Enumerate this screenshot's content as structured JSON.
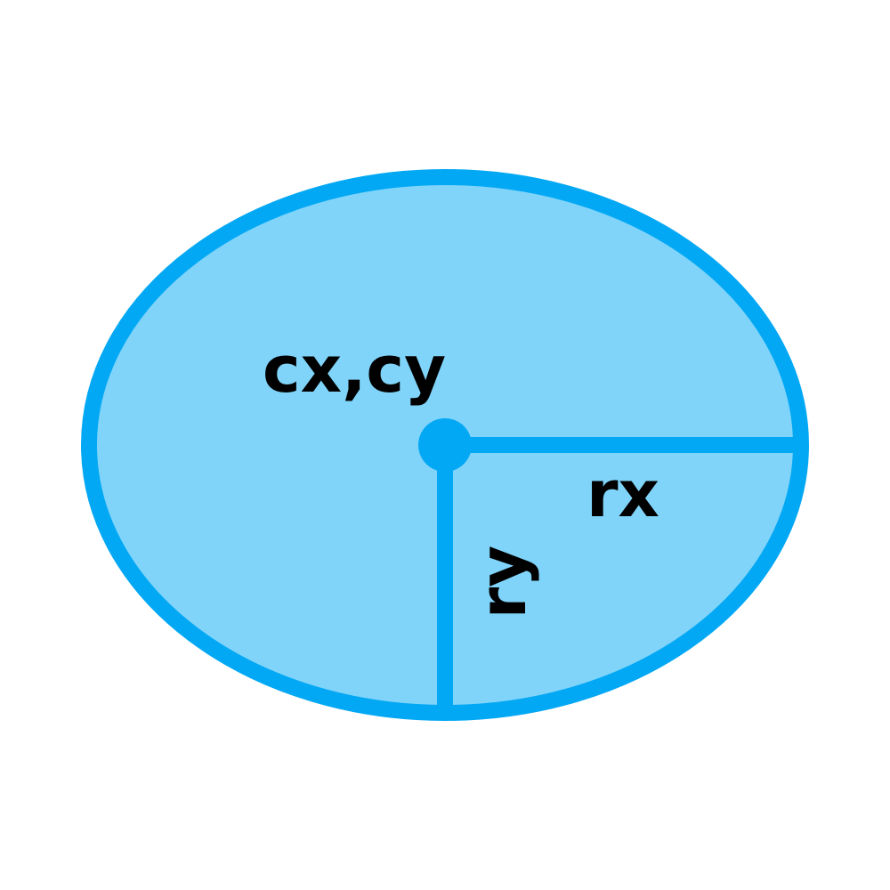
{
  "diagram": {
    "labels": {
      "center": "cx,cy",
      "radius_x": "rx",
      "radius_y": "ry"
    },
    "colors": {
      "fill": "#80d4fa",
      "stroke": "#03a8f4",
      "text": "#000000",
      "background": "#ffffff"
    }
  }
}
